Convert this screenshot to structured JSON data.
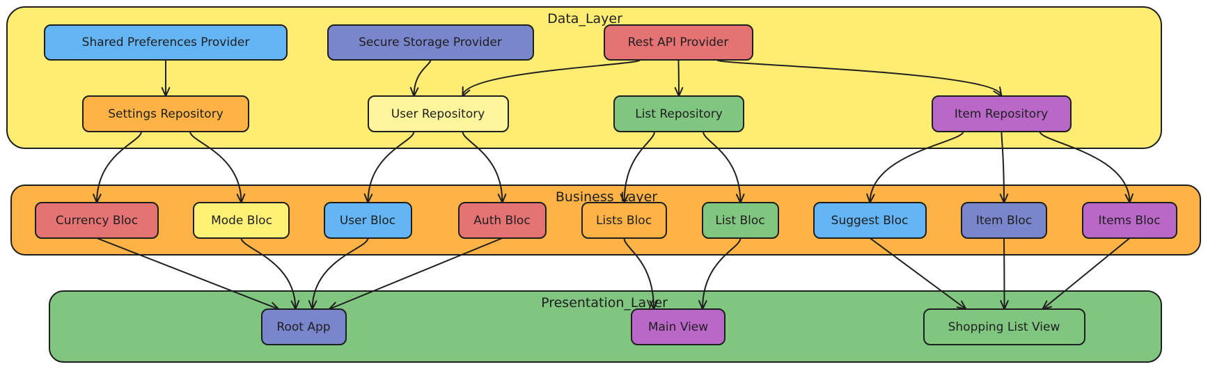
{
  "layers": {
    "data": {
      "title": "Data_Layer",
      "color": "#ffec73"
    },
    "business": {
      "title": "Business_Layer",
      "color": "#ffb347"
    },
    "presentation": {
      "title": "Presentation_Layer",
      "color": "#80c680"
    }
  },
  "nodes": {
    "shared_prefs": {
      "label": "Shared Preferences Provider",
      "color": "#64b5f6"
    },
    "secure_storage": {
      "label": "Secure Storage Provider",
      "color": "#7986cb"
    },
    "rest_api": {
      "label": "Rest API Provider",
      "color": "#e57373"
    },
    "settings_repo": {
      "label": "Settings Repository",
      "color": "#ffb347"
    },
    "user_repo": {
      "label": "User Repository",
      "color": "#fff59d"
    },
    "list_repo": {
      "label": "List Repository",
      "color": "#80c680"
    },
    "item_repo": {
      "label": "Item Repository",
      "color": "#ba68c8"
    },
    "currency_bloc": {
      "label": "Currency Bloc",
      "color": "#e57373"
    },
    "mode_bloc": {
      "label": "Mode Bloc",
      "color": "#fff176"
    },
    "user_bloc": {
      "label": "User Bloc",
      "color": "#64b5f6"
    },
    "auth_bloc": {
      "label": "Auth Bloc",
      "color": "#e57373"
    },
    "lists_bloc": {
      "label": "Lists Bloc",
      "color": "#ffb347"
    },
    "list_bloc": {
      "label": "List Bloc",
      "color": "#80c680"
    },
    "suggest_bloc": {
      "label": "Suggest Bloc",
      "color": "#64b5f6"
    },
    "item_bloc": {
      "label": "Item Bloc",
      "color": "#7986cb"
    },
    "items_bloc": {
      "label": "Items Bloc",
      "color": "#ba68c8"
    },
    "root_app": {
      "label": "Root App",
      "color": "#7986cb"
    },
    "main_view": {
      "label": "Main View",
      "color": "#ba68c8"
    },
    "shopping_list_view": {
      "label": "Shopping List View",
      "color": "#80c680"
    }
  },
  "edges": [
    {
      "from": "shared_prefs",
      "to": "settings_repo"
    },
    {
      "from": "secure_storage",
      "to": "user_repo"
    },
    {
      "from": "rest_api",
      "to": "user_repo"
    },
    {
      "from": "rest_api",
      "to": "list_repo"
    },
    {
      "from": "rest_api",
      "to": "item_repo"
    },
    {
      "from": "settings_repo",
      "to": "currency_bloc"
    },
    {
      "from": "settings_repo",
      "to": "mode_bloc"
    },
    {
      "from": "user_repo",
      "to": "user_bloc"
    },
    {
      "from": "user_repo",
      "to": "auth_bloc"
    },
    {
      "from": "list_repo",
      "to": "lists_bloc"
    },
    {
      "from": "list_repo",
      "to": "list_bloc"
    },
    {
      "from": "item_repo",
      "to": "suggest_bloc"
    },
    {
      "from": "item_repo",
      "to": "item_bloc"
    },
    {
      "from": "item_repo",
      "to": "items_bloc"
    },
    {
      "from": "currency_bloc",
      "to": "root_app"
    },
    {
      "from": "mode_bloc",
      "to": "root_app"
    },
    {
      "from": "user_bloc",
      "to": "root_app"
    },
    {
      "from": "auth_bloc",
      "to": "root_app"
    },
    {
      "from": "lists_bloc",
      "to": "main_view"
    },
    {
      "from": "list_bloc",
      "to": "main_view"
    },
    {
      "from": "suggest_bloc",
      "to": "shopping_list_view"
    },
    {
      "from": "item_bloc",
      "to": "shopping_list_view"
    },
    {
      "from": "items_bloc",
      "to": "shopping_list_view"
    }
  ]
}
